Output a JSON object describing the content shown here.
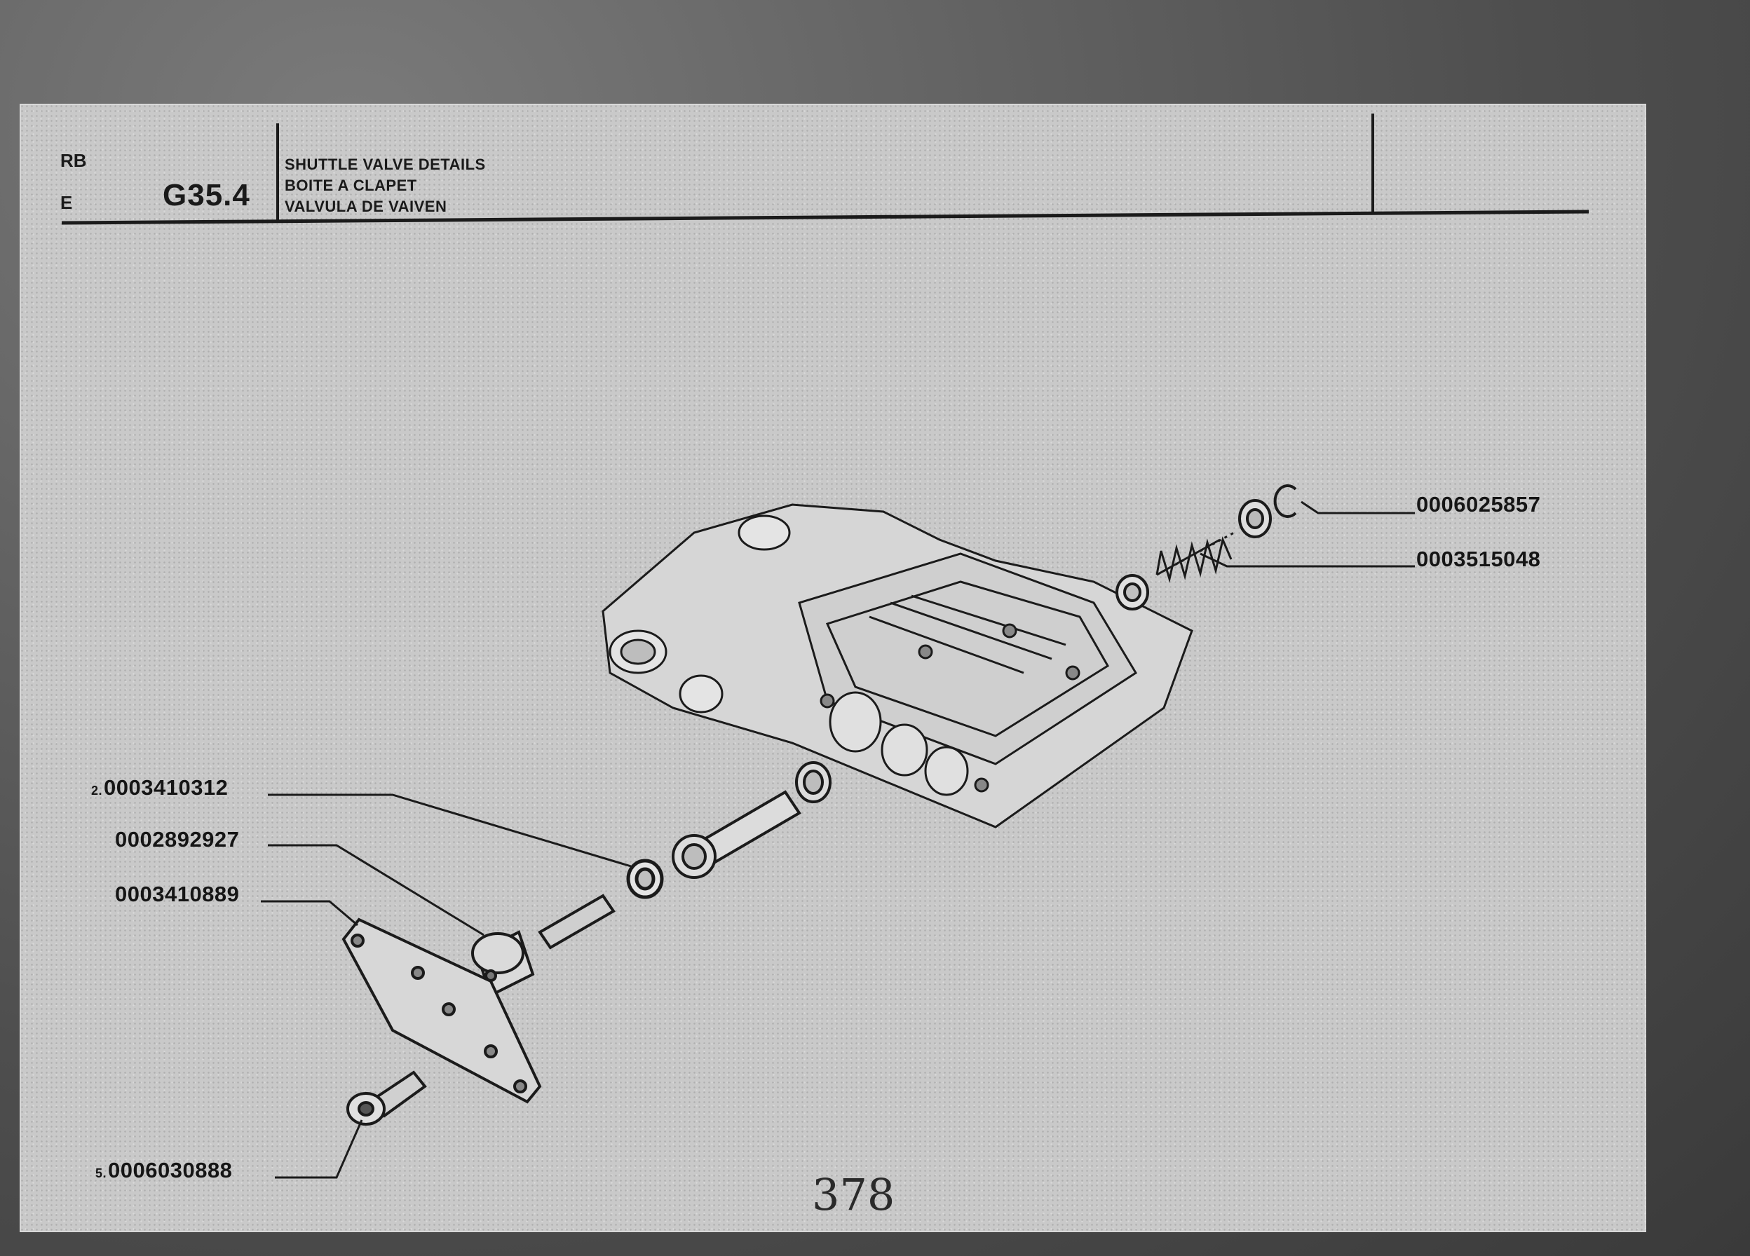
{
  "header": {
    "lang_code_top": "RB",
    "lang_code_bottom": "E",
    "plate_number": "G35.4",
    "description": [
      "SHUTTLE VALVE DETAILS",
      "BOITE A CLAPET",
      "VALVULA DE VAIVEN"
    ]
  },
  "parts": [
    {
      "qty": "",
      "number": "0006025857"
    },
    {
      "qty": "",
      "number": "0003515048"
    },
    {
      "qty": "2.",
      "number": "0003410312"
    },
    {
      "qty": "",
      "number": "0002892927"
    },
    {
      "qty": "",
      "number": "0003410889"
    },
    {
      "qty": "5.",
      "number": "0006030888"
    }
  ],
  "page_number": "378"
}
